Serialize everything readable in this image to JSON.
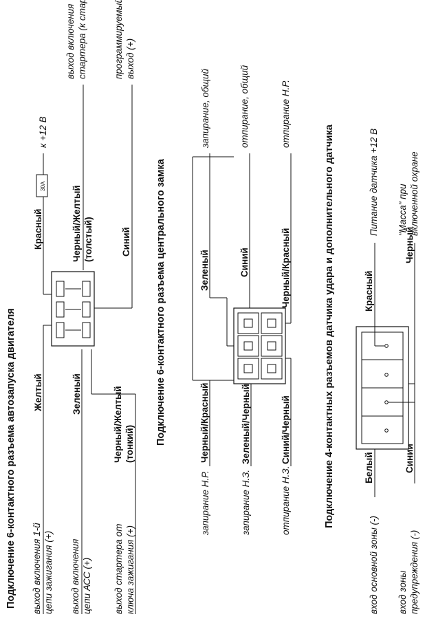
{
  "autostart": {
    "title": "Подключение 6-контактного разъема автозапуска двигателя",
    "wires": {
      "yellow": "Желтый",
      "green": "Зеленый",
      "thin_l1": "Черный/Желтый",
      "thin_l2": "(тонкий)",
      "red": "Красный",
      "thick_l1": "Черный/Желтый",
      "thick_l2": "(толстый)",
      "blue": "Синий"
    },
    "fuse": "30A",
    "notes": {
      "ign_l1": "выход включения 1-й",
      "ign_l2": "цепи зажигания (+)",
      "acc_l1": "выход включения",
      "acc_l2": "цепи АСС (+)",
      "key_l1": "выход стартера от",
      "key_l2": "ключа зажигания (+)",
      "plus12": "к +12 В",
      "start_l1": "выход включения",
      "start_l2": "стартера (к стартеру) (+)",
      "prog_l1": "программируемый",
      "prog_l2": "выход (+)"
    }
  },
  "central_lock": {
    "title": "Подключение 6-контактного разъема центрального замка",
    "wires": {
      "black_red_left": "Черный/Красный",
      "green_black": "Зеленый/Черный",
      "blue_black": "Синий/Черный",
      "green": "Зеленый",
      "blue": "Синий",
      "black_red_right": "Черный/Красный"
    },
    "notes": {
      "lock_no": "запирание Н.Р.",
      "lock_nc": "запирание Н.З.",
      "unlock_nc": "отпирание Н.З.",
      "lock_common": "запирание, общий",
      "unlock_common": "отпирание, общий",
      "unlock_no": "отпирание Н.Р."
    }
  },
  "sensor": {
    "title": "Подключение 4-контактных разъемов датчика удара и дополнительного датчика",
    "wires": {
      "white": "Белый",
      "blue": "Синий",
      "red": "Красный",
      "black": "Черный"
    },
    "notes": {
      "main_zone": "вход основной зоны (-)",
      "warn_l1": "вход зоны",
      "warn_l2": "предупреждения (-)",
      "power": "Питание датчика +12 В",
      "gnd_l1": "\"Масса\" при",
      "gnd_l2": "включенной охране"
    }
  }
}
